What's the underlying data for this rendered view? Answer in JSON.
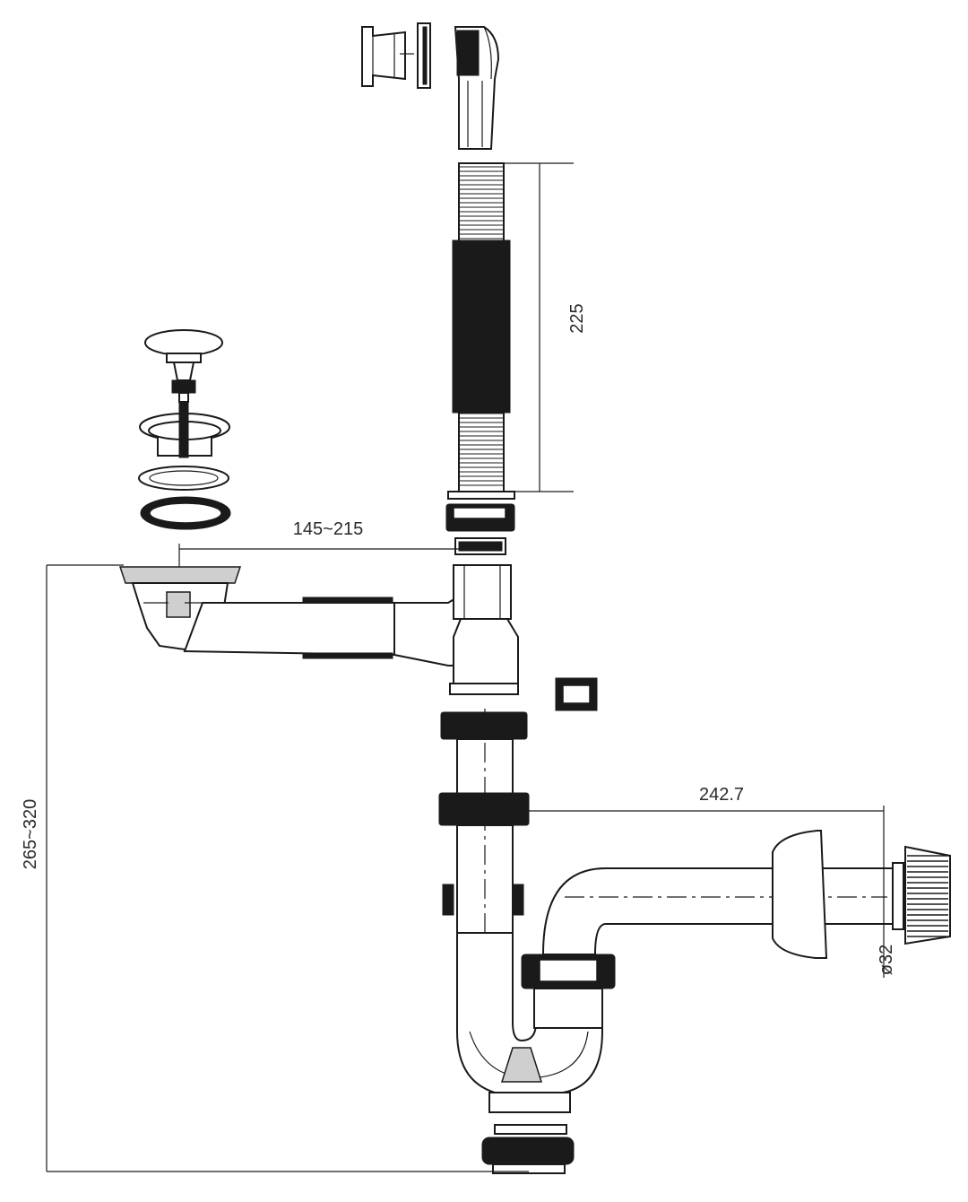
{
  "dimensions": {
    "hose_length": "225",
    "arm_length": "145~215",
    "total_height": "265~320",
    "outlet_length": "242.7",
    "outlet_diameter": "ø32"
  },
  "colors": {
    "line": "#1a1a1a",
    "fill": "#ffffff",
    "shade": "#cfcfcf",
    "text": "#2a2a2a"
  }
}
